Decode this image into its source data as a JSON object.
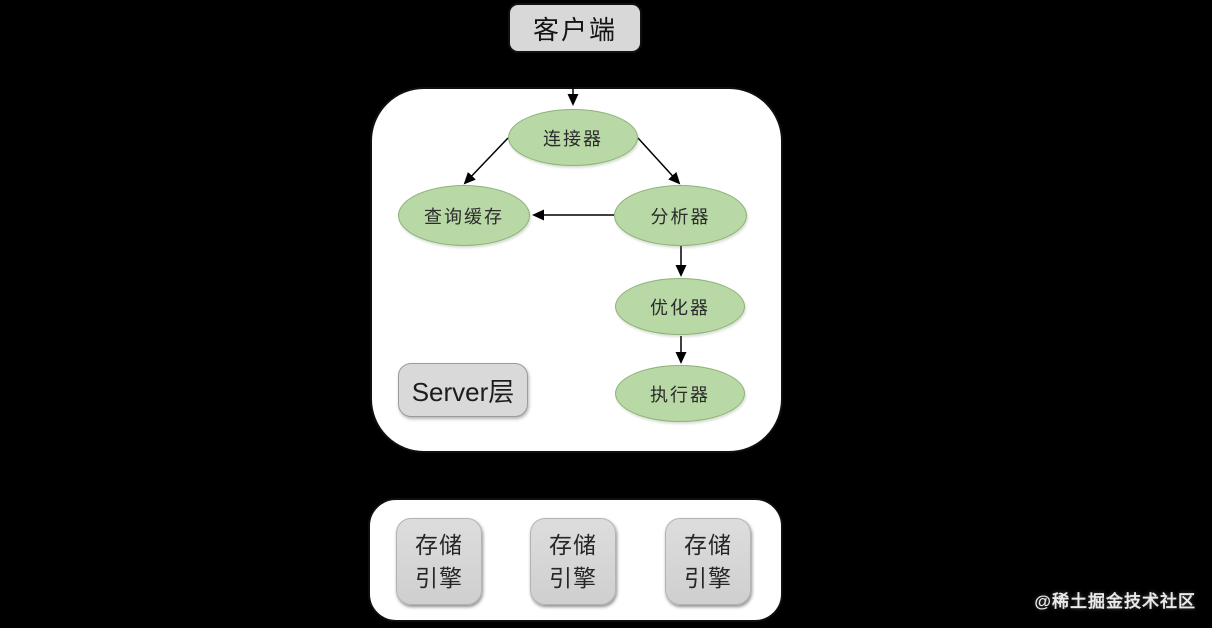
{
  "client": {
    "label": "客户端"
  },
  "server_layer": {
    "label": "Server层",
    "nodes": {
      "connector": "连接器",
      "query_cache": "查询缓存",
      "analyzer": "分析器",
      "optimizer": "优化器",
      "executor": "执行器"
    },
    "edges": [
      {
        "from": "客户端",
        "to": "连接器"
      },
      {
        "from": "连接器",
        "to": "查询缓存"
      },
      {
        "from": "连接器",
        "to": "分析器"
      },
      {
        "from": "分析器",
        "to": "查询缓存"
      },
      {
        "from": "分析器",
        "to": "优化器"
      },
      {
        "from": "优化器",
        "to": "执行器"
      }
    ]
  },
  "storage_layer": {
    "engines": [
      "存储引擎",
      "存储引擎",
      "存储引擎"
    ]
  },
  "watermark": "@稀土掘金技术社区",
  "colors": {
    "background": "#000000",
    "container_fill": "#ffffff",
    "container_border": "#0f0f0f",
    "node_fill": "#b8d8a6",
    "node_border": "#8fb278",
    "gray_box_fill": "#d8d8d8",
    "arrow": "#000000"
  }
}
